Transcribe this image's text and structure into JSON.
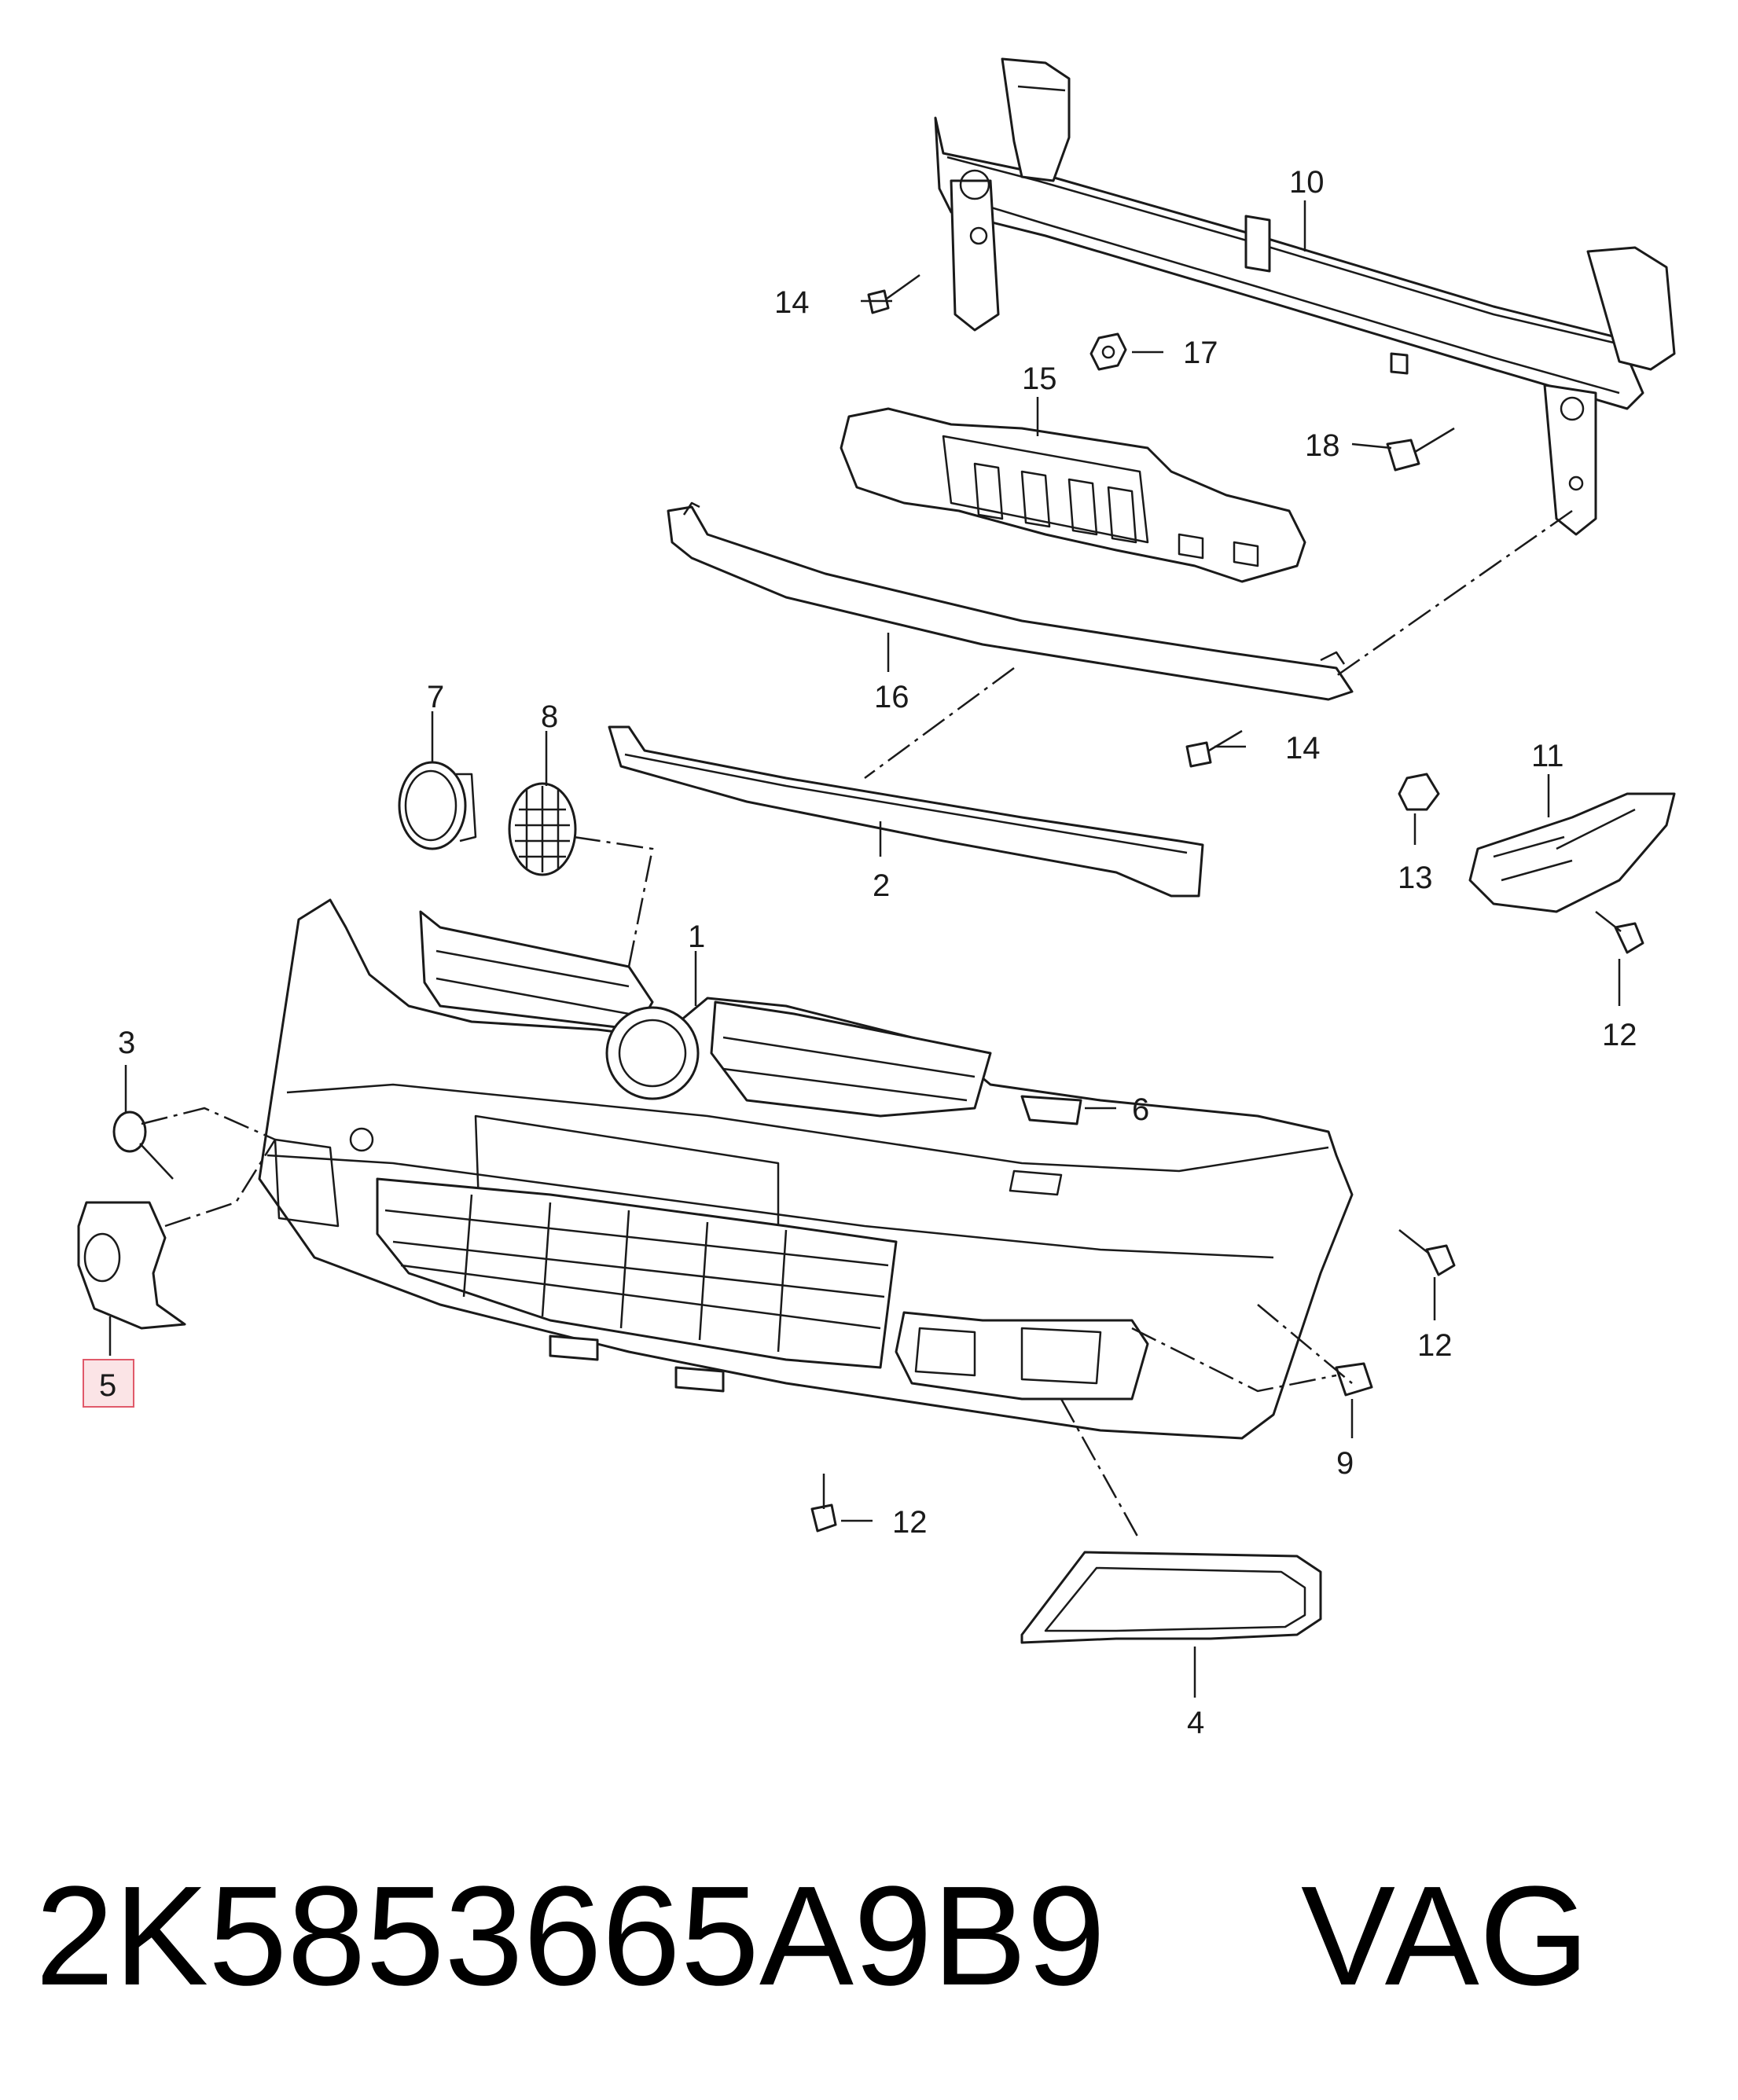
{
  "callouts": {
    "n1": "1",
    "n2": "2",
    "n3": "3",
    "n4": "4",
    "n5": "5",
    "n6": "6",
    "n7": "7",
    "n8": "8",
    "n9": "9",
    "n10": "10",
    "n11": "11",
    "n12a": "12",
    "n12b": "12",
    "n12c": "12",
    "n13": "13",
    "n14a": "14",
    "n14b": "14",
    "n15": "15",
    "n16": "16",
    "n17": "17",
    "n18": "18"
  },
  "highlighted_part": "5",
  "highlight_color": "#fbe4e6",
  "part_number": "2K5853665A9B9",
  "brand": "VAG"
}
